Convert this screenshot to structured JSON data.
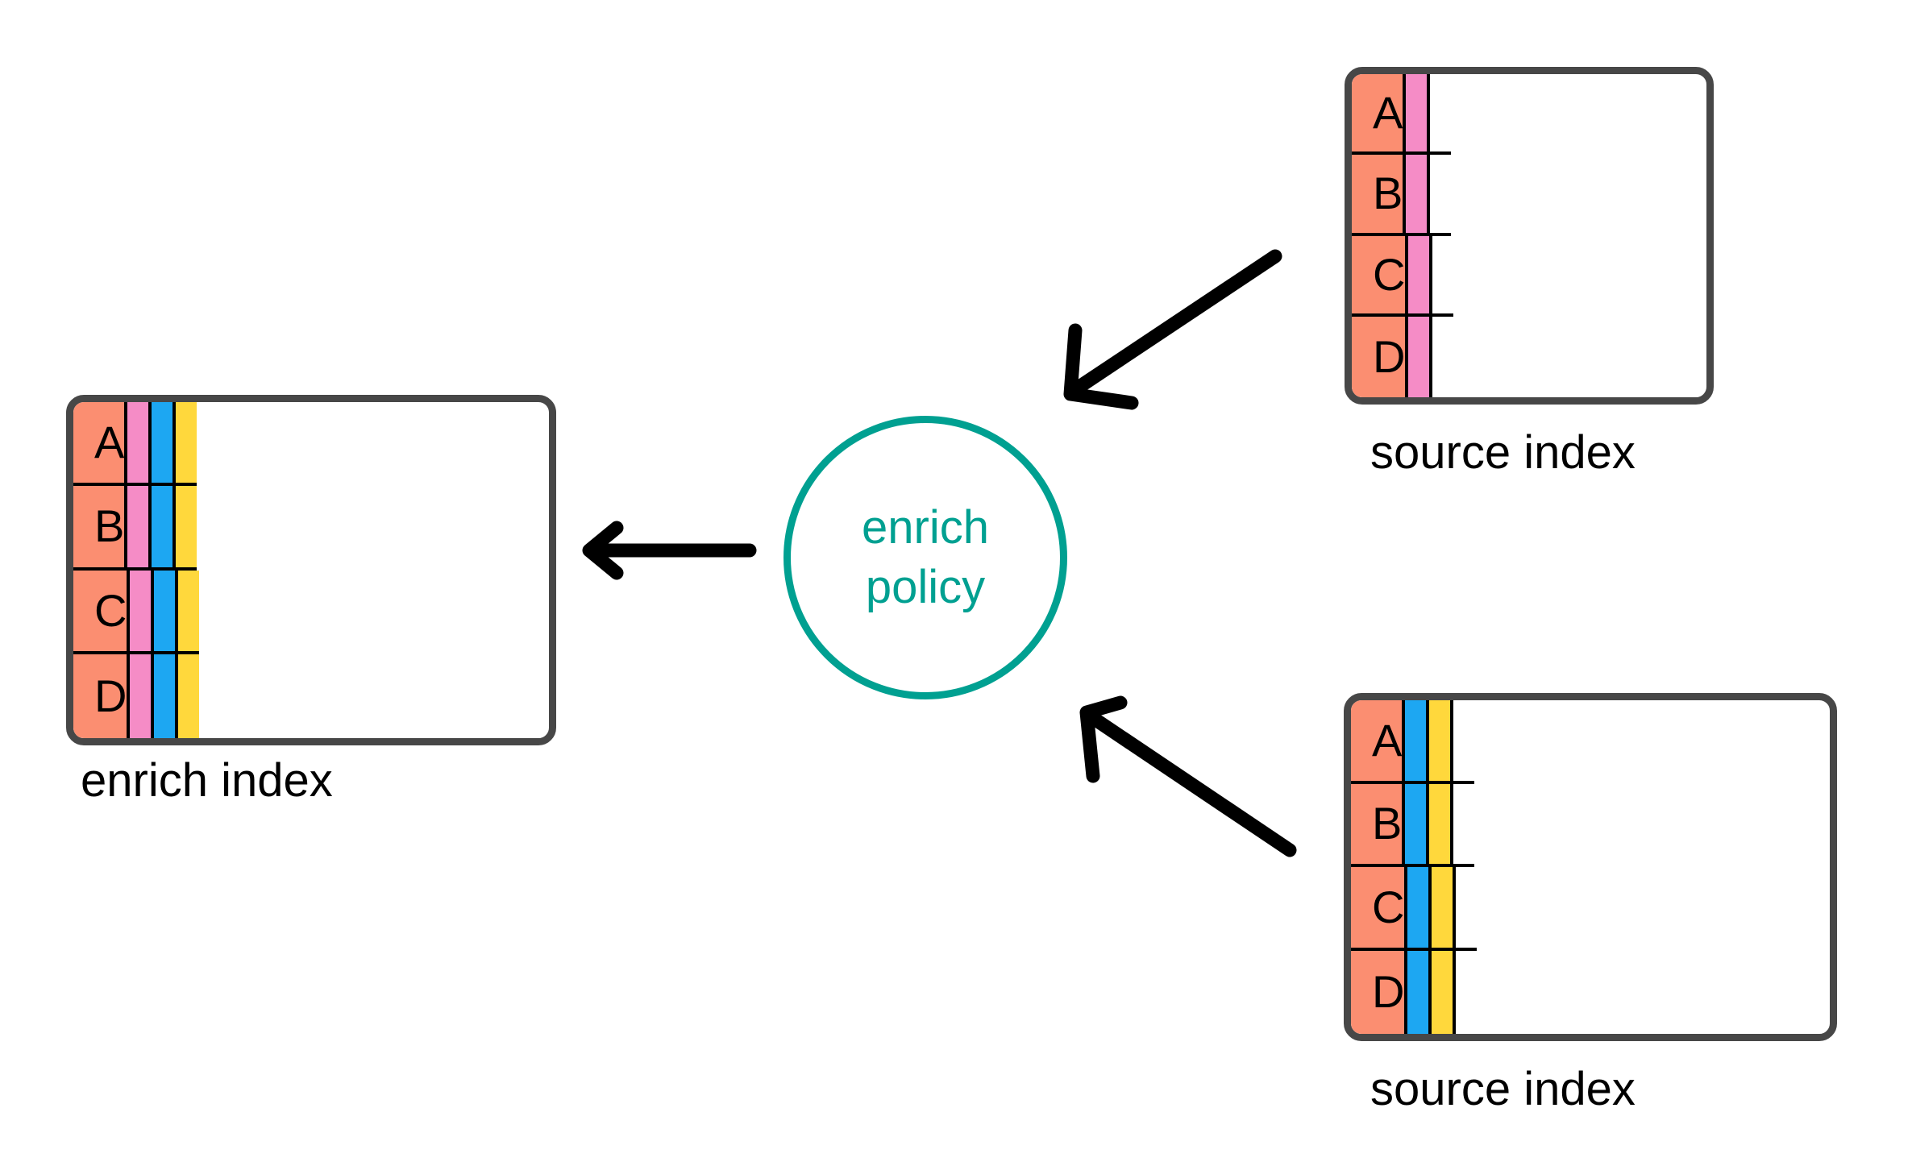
{
  "diagram": {
    "title": "enrich policy diagram",
    "background_color": "#ffffff"
  },
  "colors": {
    "salmon": "#FB8E71",
    "pink": "#F58CC6",
    "blue": "#1DA7F2",
    "yellow": "#FFD83C",
    "white": "#FFFFFF",
    "table_border": "#474747",
    "cell_border": "#000000",
    "policy_accent": "#00A091",
    "arrow": "#000000"
  },
  "enrich_index": {
    "caption": "enrich index",
    "column_colors": [
      "salmon",
      "pink",
      "blue",
      "yellow"
    ],
    "rows": [
      {
        "cells": [
          "A",
          "",
          "",
          ""
        ]
      },
      {
        "cells": [
          "B",
          "",
          "",
          ""
        ]
      },
      {
        "cells": [
          "C",
          "",
          "",
          ""
        ]
      },
      {
        "cells": [
          "D",
          "",
          "",
          ""
        ]
      }
    ]
  },
  "source_index_top": {
    "caption": "source index",
    "column_colors": [
      "salmon",
      "pink",
      "white"
    ],
    "rows": [
      {
        "cells": [
          "A",
          "",
          ""
        ]
      },
      {
        "cells": [
          "B",
          "",
          ""
        ]
      },
      {
        "cells": [
          "C",
          "",
          ""
        ]
      },
      {
        "cells": [
          "D",
          "",
          ""
        ]
      }
    ]
  },
  "source_index_bottom": {
    "caption": "source index",
    "column_colors": [
      "salmon",
      "blue",
      "yellow",
      "white"
    ],
    "rows": [
      {
        "cells": [
          "A",
          "",
          "",
          ""
        ]
      },
      {
        "cells": [
          "B",
          "",
          "",
          ""
        ]
      },
      {
        "cells": [
          "C",
          "",
          "",
          ""
        ]
      },
      {
        "cells": [
          "D",
          "",
          "",
          ""
        ]
      }
    ]
  },
  "policy_node": {
    "shape": "circle",
    "line1": "enrich",
    "line2": "policy"
  },
  "arrows": [
    {
      "name": "arrow-source-top-to-policy",
      "from": "source index (top)",
      "to": "enrich policy",
      "direction": "down-left"
    },
    {
      "name": "arrow-source-bottom-to-policy",
      "from": "source index (bottom)",
      "to": "enrich policy",
      "direction": "up-left"
    },
    {
      "name": "arrow-policy-to-enrich-index",
      "from": "enrich policy",
      "to": "enrich index",
      "direction": "left"
    }
  ]
}
